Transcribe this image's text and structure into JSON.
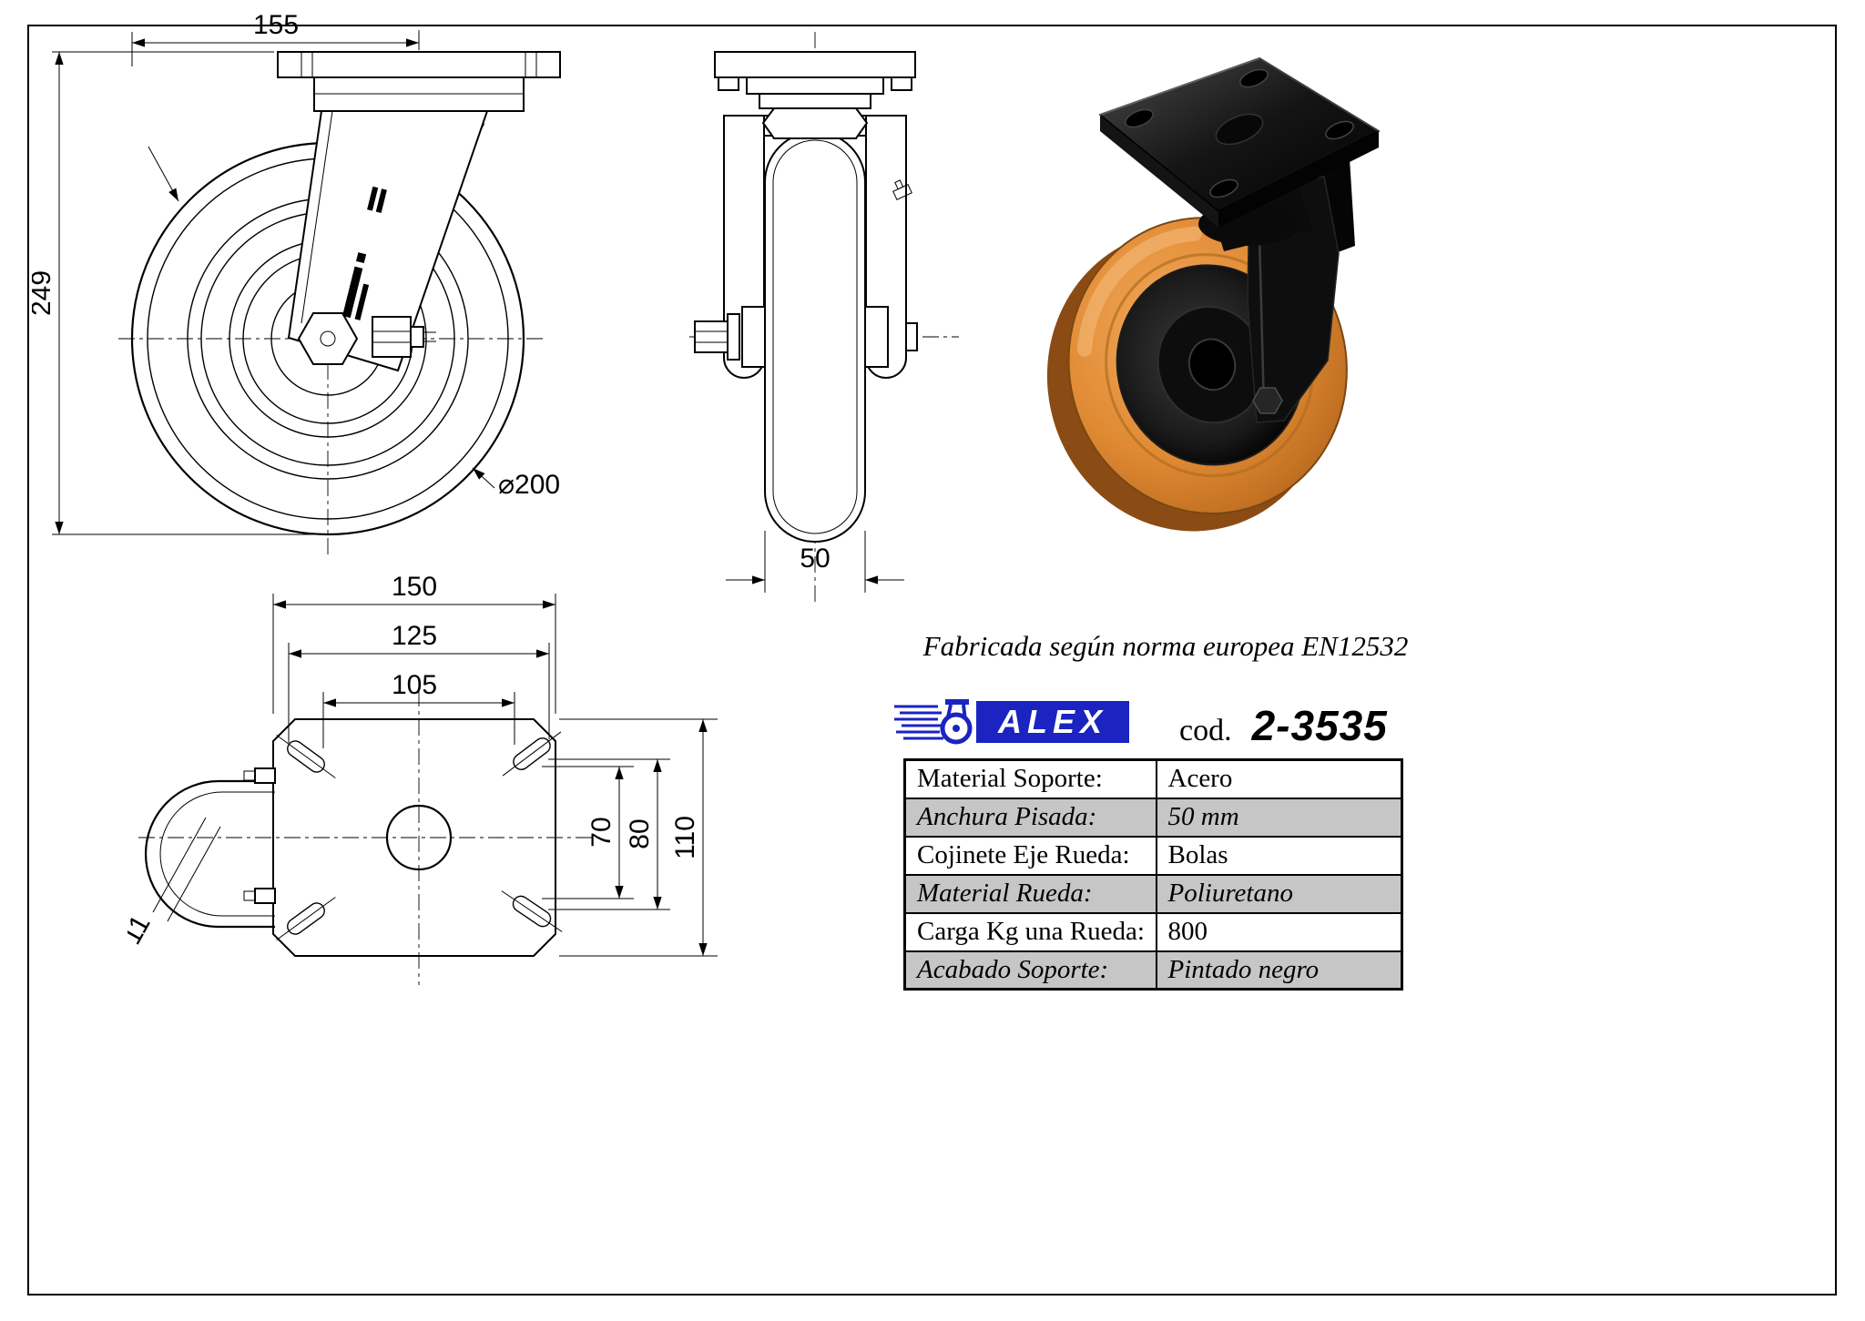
{
  "meta": {
    "note": "Fabricada según norma europea EN12532",
    "code_label": "cod.",
    "code_value": "2-3535",
    "brand_text": "ALEX"
  },
  "front_view": {
    "dim_width": "155",
    "dim_height": "249",
    "dim_diameter": "⌀200"
  },
  "side_view": {
    "dim_width": "50"
  },
  "plan_view": {
    "dim_w1": "150",
    "dim_w2": "125",
    "dim_w3": "105",
    "dim_h1": "70",
    "dim_h2": "80",
    "dim_h3": "110",
    "dim_slot": "11"
  },
  "spec_table": {
    "rows": [
      {
        "label": "Material Soporte:",
        "value": "Acero"
      },
      {
        "label": "Anchura Pisada:",
        "value": "50 mm"
      },
      {
        "label": "Cojinete Eje Rueda:",
        "value": "Bolas"
      },
      {
        "label": "Material Rueda:",
        "value": "Poliuretano"
      },
      {
        "label": "Carga Kg una Rueda:",
        "value": "800"
      },
      {
        "label": "Acabado Soporte:",
        "value": "Pintado negro"
      }
    ]
  },
  "colors": {
    "wheel_orange": "#E08A33",
    "brand_blue": "#1B23C0",
    "row_gray": "#C6C6C6"
  }
}
